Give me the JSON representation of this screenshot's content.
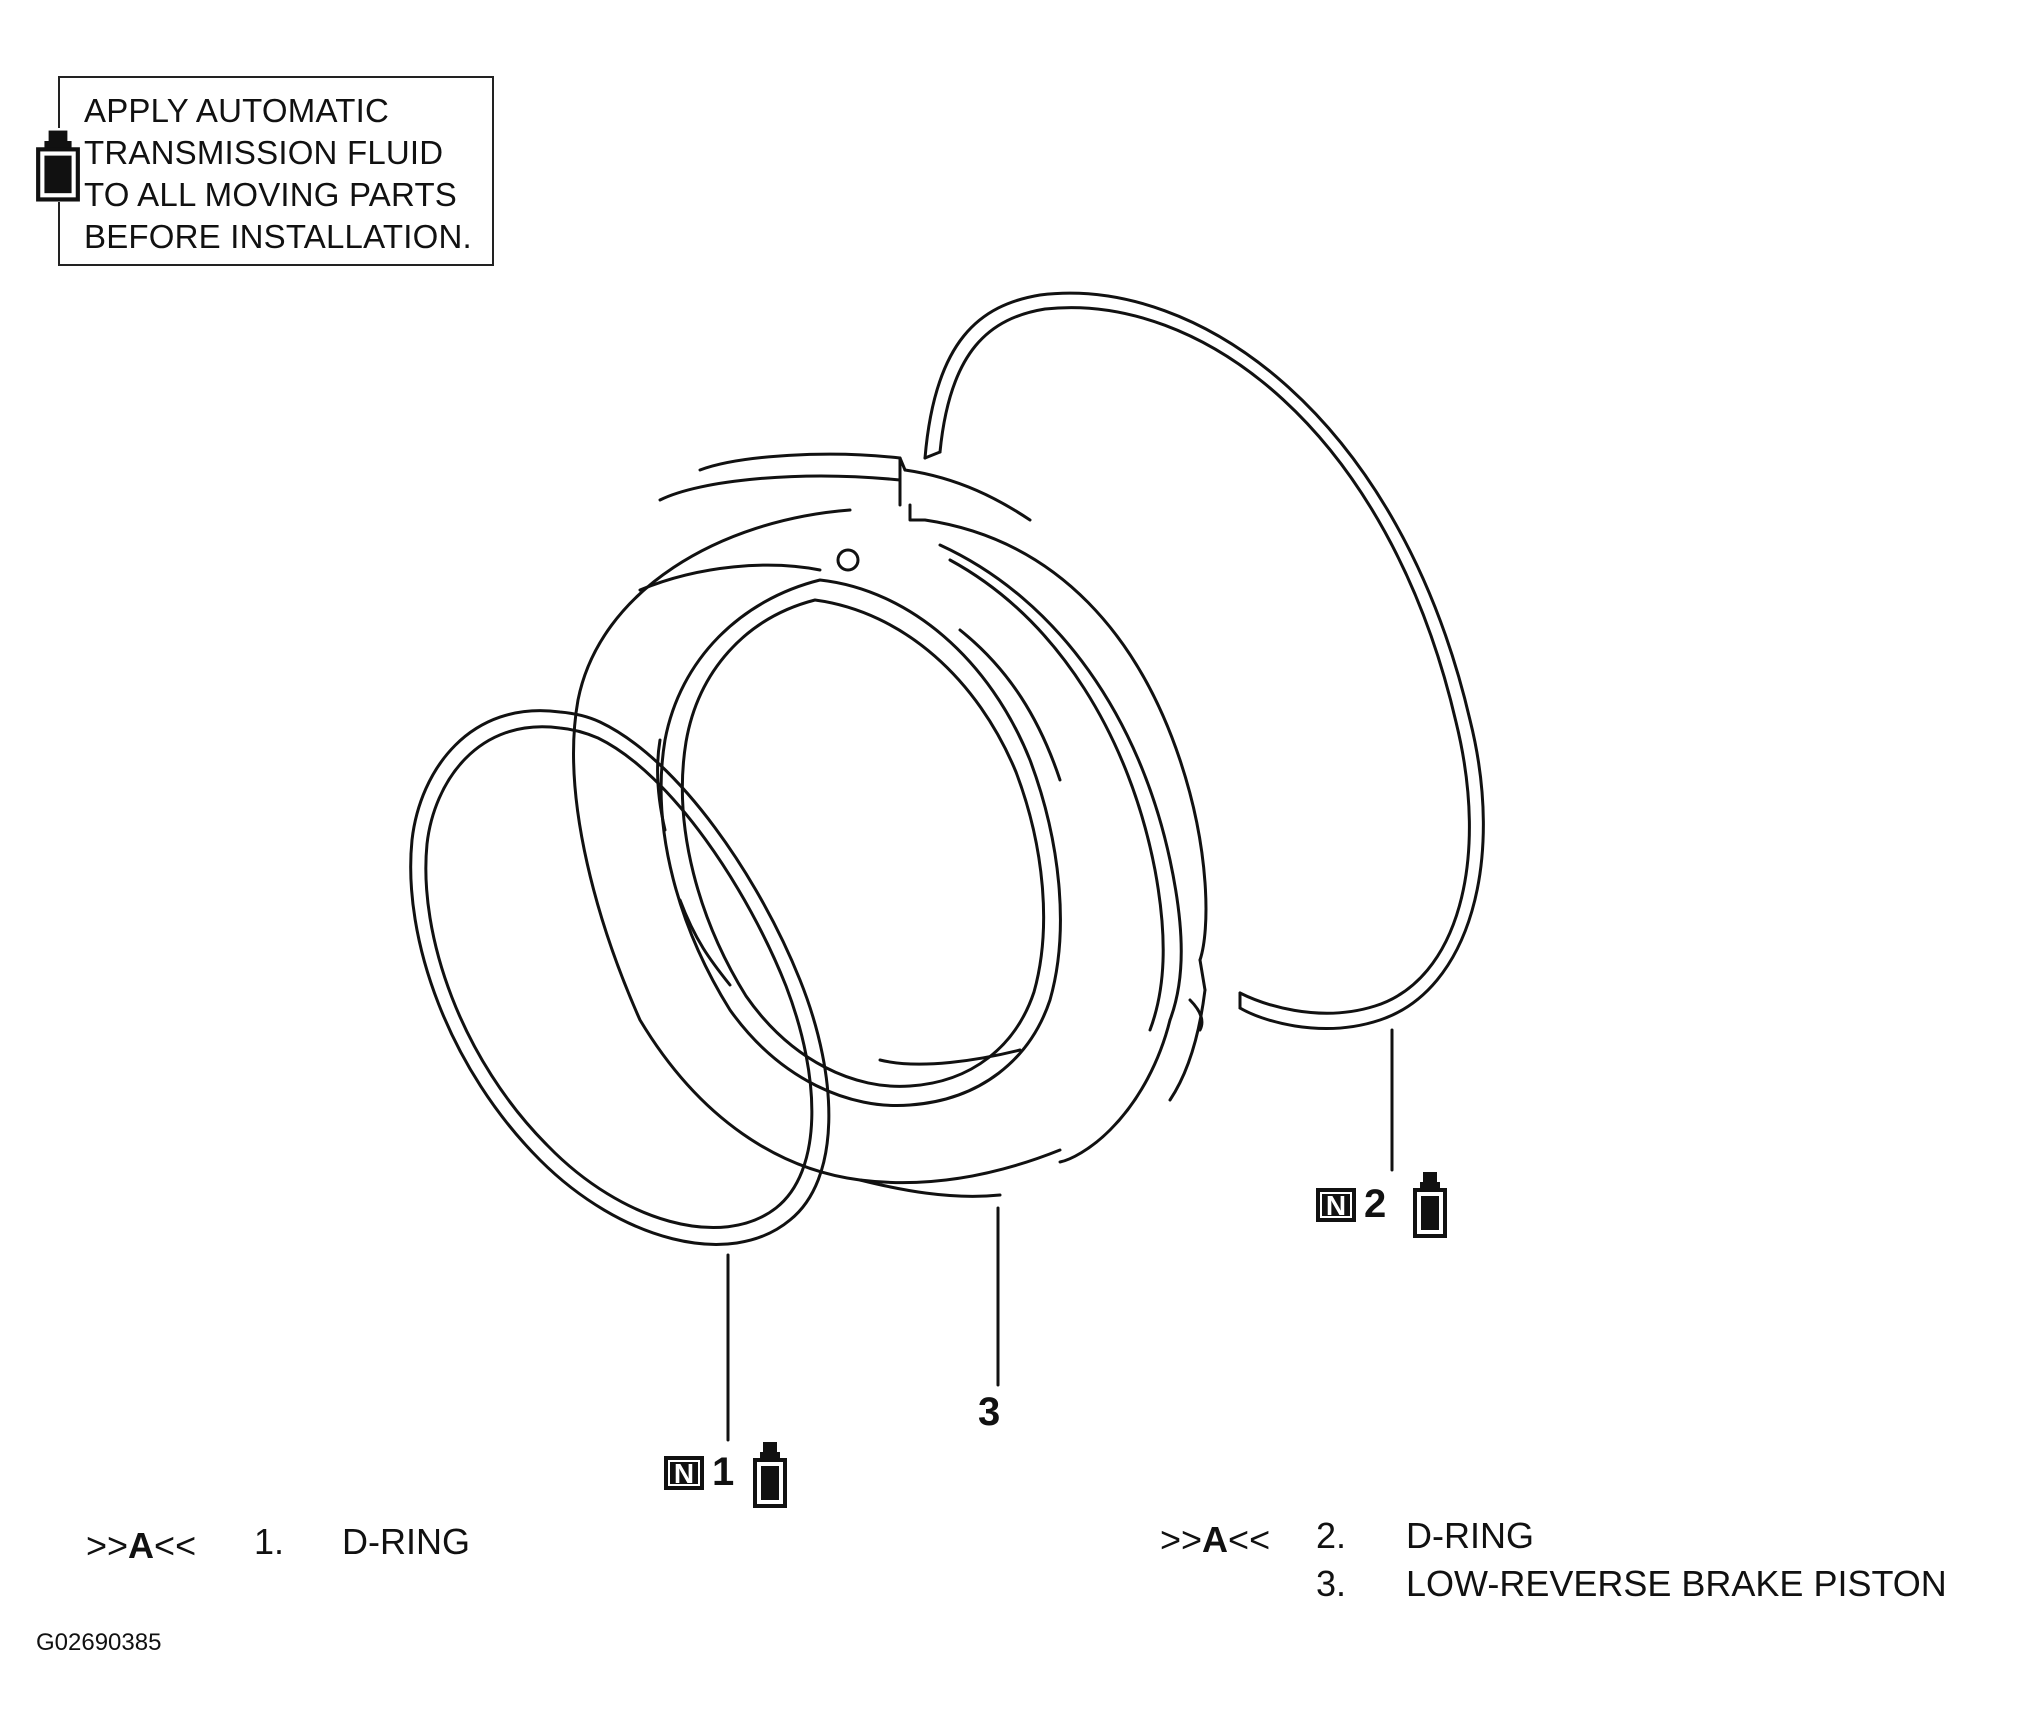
{
  "note": {
    "lines": [
      "APPLY AUTOMATIC",
      "TRANSMISSION FLUID",
      "TO ALL MOVING PARTS",
      "BEFORE INSTALLATION."
    ]
  },
  "callouts": {
    "part1": {
      "badge": "N",
      "number": "1"
    },
    "part2": {
      "badge": "N",
      "number": "2"
    },
    "part3": {
      "number": "3"
    }
  },
  "legend": {
    "left": {
      "ref_prefix": ">>",
      "ref_letter": "A",
      "ref_suffix": "<<",
      "items": [
        {
          "num": "1.",
          "name": "D-RING"
        }
      ]
    },
    "right": {
      "ref_prefix": ">>",
      "ref_letter": "A",
      "ref_suffix": "<<",
      "items": [
        {
          "num": "2.",
          "name": "D-RING"
        },
        {
          "num": "3.",
          "name": "LOW-REVERSE BRAKE PISTON"
        }
      ]
    }
  },
  "figure_id": "G02690385",
  "icons": [
    "fluid-bottle-icon",
    "new-part-n-icon"
  ],
  "colors": {
    "line": "#111111",
    "background": "#ffffff"
  }
}
